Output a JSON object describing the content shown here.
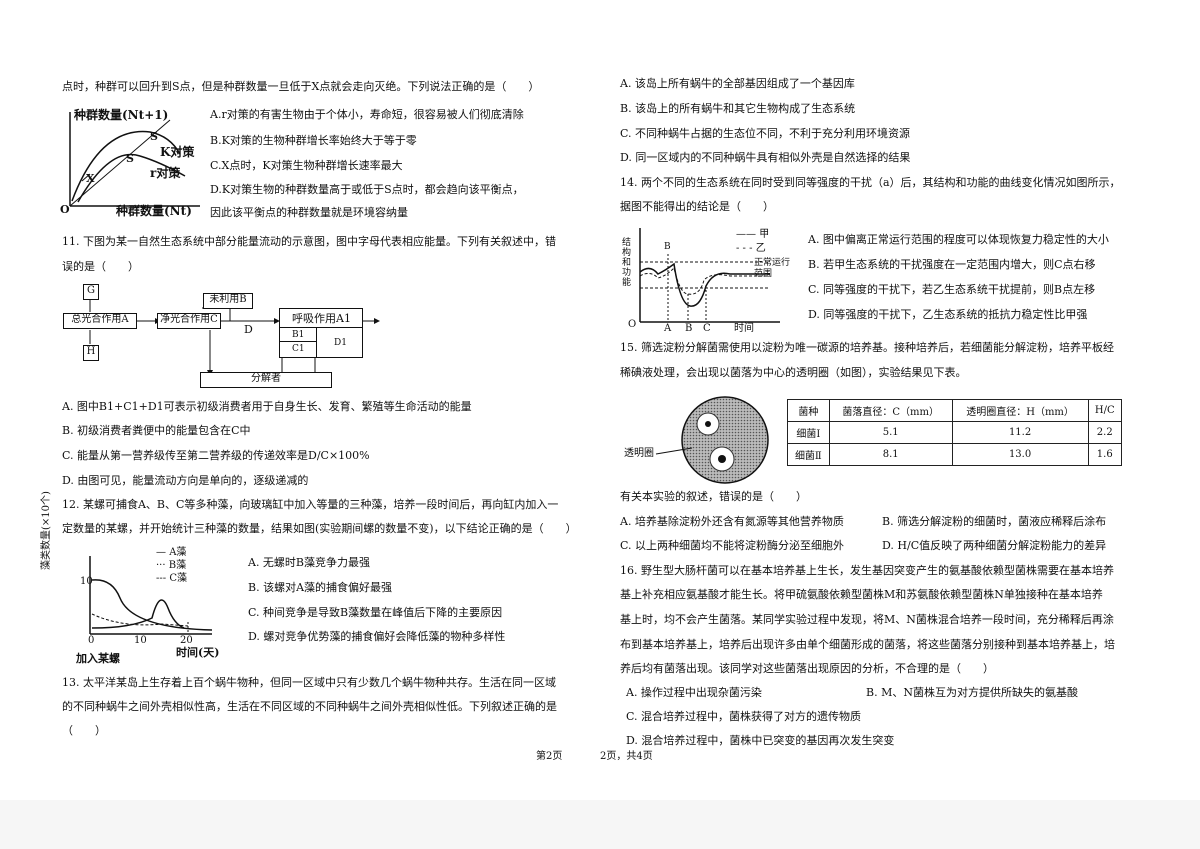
{
  "q10": {
    "intro": "点时，种群可以回升到S点，但是种群数量一旦低于X点就会走向灭绝。下列说法正确的是（　　）",
    "fig": {
      "ylabel": "种群数量(Nt+1)",
      "xlabel": "种群数量(Nt)",
      "origin": "O",
      "k_label": "K对策",
      "r_label": "r对策",
      "s1": "S",
      "s2": "S",
      "x_label": "X"
    },
    "options": [
      "A.r对策的有害生物由于个体小，寿命短，很容易被人们彻底清除",
      "B.K对策的生物种群增长率始终大于等于零",
      "C.X点时，K对策生物种群增长速率最大",
      "D.K对策生物的种群数量高于或低于S点时，都会趋向该平衡点，",
      "因此该平衡点的种群数量就是环境容纳量"
    ]
  },
  "q11": {
    "stem1": "11. 下图为某一自然生态系统中部分能量流动的示意图，图中字母代表相应能量。下列有关叙述中，错",
    "stem2": "误的是（　　）",
    "fig": {
      "G": "G",
      "H": "H",
      "gross": "总光合作用A",
      "net": "净光合作用C",
      "unused": "未利用B",
      "resp": "呼吸作用A1",
      "b1": "B1",
      "c1": "C1",
      "d1": "D1",
      "D": "D",
      "decomposer": "分解者"
    },
    "options": [
      "A. 图中B1+C1+D1可表示初级消费者用于自身生长、发育、繁殖等生命活动的能量",
      "B. 初级消费者粪便中的能量包含在C中",
      "C. 能量从第一营养级传至第二营养级的传递效率是D/C×100%",
      "D. 由图可见，能量流动方向是单向的，逐级递减的"
    ]
  },
  "q12": {
    "stem1": "12. 某螺可捕食A、B、C等多种藻，向玻璃缸中加入等量的三种藻，培养一段时间后，再向缸内加入一",
    "stem2": "定数量的某螺，并开始统计三种藻的数量，结果如图(实验期间螺的数量不变)，以下结论正确的是（　　）",
    "fig": {
      "ylabel": "藻类数量(×10个)",
      "xlabel": "时间(天)",
      "added": "加入某螺",
      "legend": [
        "A藻",
        "B藻",
        "C藻"
      ],
      "y_tick": "10",
      "x_ticks": [
        "0",
        "10",
        "20"
      ]
    },
    "options": [
      "A. 无螺时B藻竞争力最强",
      "B. 该螺对A藻的捕食偏好最强",
      "C. 种间竞争是导致B藻数量在峰值后下降的主要原因",
      "D. 螺对竞争优势藻的捕食偏好会降低藻的物种多样性"
    ]
  },
  "q13": {
    "stem1": "13. 太平洋某岛上生存着上百个蜗牛物种，但同一区域中只有少数几个蜗牛物种共存。生活在同一区域",
    "stem2": "的不同种蜗牛之间外壳相似性高，生活在不同区域的不同种蜗牛之间外壳相似性低。下列叙述正确的是",
    "stem3": "（　　）",
    "options": [
      "A. 该岛上所有蜗牛的全部基因组成了一个基因库",
      "B. 该岛上的所有蜗牛和其它生物构成了生态系统",
      "C. 不同种蜗牛占据的生态位不同，不利于充分利用环境资源",
      "D. 同一区域内的不同种蜗牛具有相似外壳是自然选择的结果"
    ]
  },
  "q14": {
    "stem1": "14. 两个不同的生态系统在同时受到同等强度的干扰（a）后，其结构和功能的曲线变化情况如图所示，",
    "stem2": "据图不能得出的结论是（　　）",
    "fig": {
      "ylabel": "结构和功能",
      "legend": [
        "甲",
        "乙"
      ],
      "range": "正常运行范围",
      "xlabel": "时间",
      "origin": "O",
      "ticks": [
        "A",
        "B",
        "C"
      ],
      "b": "B"
    },
    "options": [
      "A. 图中偏离正常运行范围的程度可以体现恢复力稳定性的大小",
      "B. 若甲生态系统的干扰强度在一定范围内增大，则C点右移",
      "C. 同等强度的干扰下，若乙生态系统干扰提前，则B点左移",
      "D. 同等强度的干扰下，乙生态系统的抵抗力稳定性比甲强"
    ]
  },
  "q15": {
    "stem1": "15. 筛选淀粉分解菌需使用以淀粉为唯一碳源的培养基。接种培养后，若细菌能分解淀粉，培养平板经",
    "stem2": "稀碘液处理，会出现以菌落为中心的透明圈（如图），实验结果见下表。",
    "circle_label": "透明圈",
    "table": {
      "headers": [
        "菌种",
        "菌落直径：C（mm）",
        "透明圈直径：H（mm）",
        "H/C"
      ],
      "rows": [
        [
          "细菌Ⅰ",
          "5.1",
          "11.2",
          "2.2"
        ],
        [
          "细菌Ⅱ",
          "8.1",
          "13.0",
          "1.6"
        ]
      ]
    },
    "stem3": "有关本实验的叙述，错误的是（　　）",
    "options": [
      "A. 培养基除淀粉外还含有氮源等其他营养物质",
      "B. 筛选分解淀粉的细菌时，菌液应稀释后涂布",
      "C. 以上两种细菌均不能将淀粉酶分泌至细胞外",
      "D. H/C值反映了两种细菌分解淀粉能力的差异"
    ]
  },
  "q16": {
    "lines": [
      "16. 野生型大肠杆菌可以在基本培养基上生长，发生基因突变产生的氨基酸依赖型菌株需要在基本培养",
      "基上补充相应氨基酸才能生长。将甲硫氨酸依赖型菌株M和苏氨酸依赖型菌株N单独接种在基本培养",
      "基上时，均不会产生菌落。某同学实验过程中发现，将M、N菌株混合培养一段时间，充分稀释后再涂",
      "布到基本培养基上，培养后出现许多由单个细菌形成的菌落，将这些菌落分别接种到基本培养基上，培",
      "养后均有菌落出现。该同学对这些菌落出现原因的分析，不合理的是（　　）"
    ],
    "options": [
      "A. 操作过程中出现杂菌污染",
      "B. M、N菌株互为对方提供所缺失的氨基酸",
      "C. 混合培养过程中，菌株获得了对方的遗传物质",
      "D. 混合培养过程中，菌株中已突变的基因再次发生突变"
    ]
  },
  "footer": {
    "left": "第2页",
    "right": "2页，共4页"
  }
}
